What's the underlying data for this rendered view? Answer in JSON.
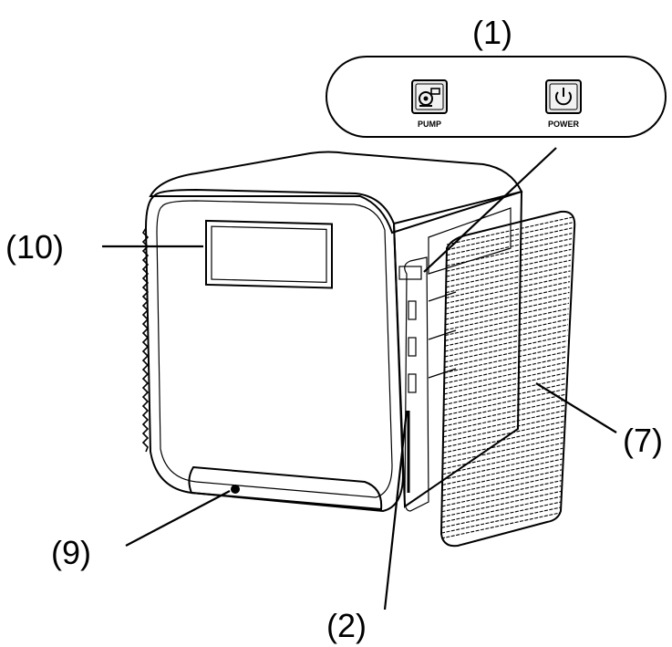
{
  "callouts": {
    "c1": "(1)",
    "c2": "(2)",
    "c7": "(7)",
    "c9": "(9)",
    "c10": "(10)"
  },
  "control_panel": {
    "pump_label": "PUMP",
    "power_label": "POWER",
    "pump_icon": "pump-icon",
    "power_icon": "power-icon"
  },
  "colors": {
    "line": "#000000",
    "background": "#ffffff",
    "panel_fill": "#e6e6e6"
  }
}
